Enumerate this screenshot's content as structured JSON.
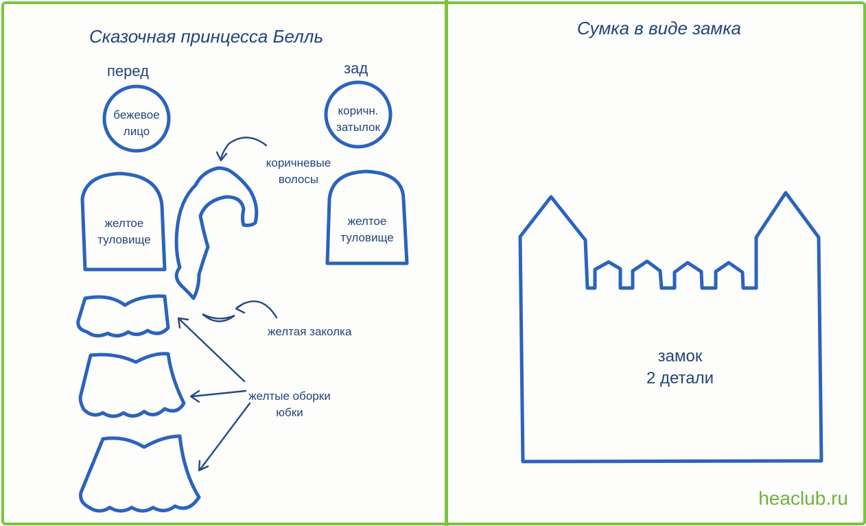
{
  "left": {
    "title": "Сказочная принцесса Белль",
    "front_label": "перед",
    "back_label": "зад",
    "face": [
      "бежевое",
      "лицо"
    ],
    "nape": [
      "коричн.",
      "затылок"
    ],
    "hair": [
      "коричневые",
      "волосы"
    ],
    "torso_front": [
      "желтое",
      "туловище"
    ],
    "torso_back": [
      "желтое",
      "туловище"
    ],
    "clip": "желтая заколка",
    "ruffles": [
      "желтые оборки",
      "юбки"
    ]
  },
  "right": {
    "title": "Сумка в виде замка",
    "castle": [
      "замок",
      "2 детали"
    ]
  },
  "brand": "heaclub.ru",
  "colors": {
    "outline": "#2b63bd",
    "text": "#23457a",
    "border": "#7bc43e",
    "brand": "#6db33f"
  }
}
